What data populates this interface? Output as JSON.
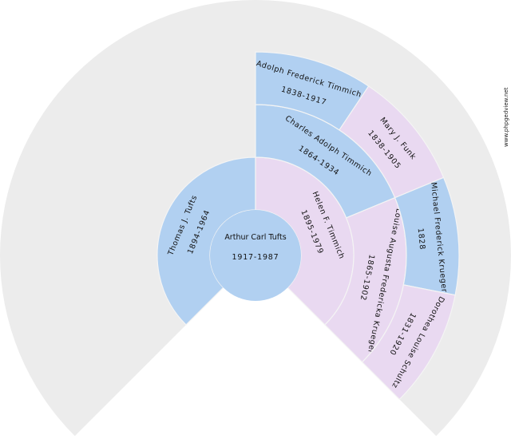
{
  "colors": {
    "male": "#b1d0f1",
    "female": "#e9d9f1",
    "background_fan": "#ececec",
    "separator": "#f4f4f4"
  },
  "watermark": "www.phpgedview.net",
  "root": {
    "name": "Arthur Carl Tufts",
    "dates": "1917-1987",
    "sex": "M"
  },
  "generations": [
    [
      {
        "name": "Thomas J. Tufts",
        "dates": "1894-1964",
        "sex": "M"
      },
      {
        "name": "Helen F. Timmich",
        "dates": "1895-1979",
        "sex": "F"
      }
    ],
    [
      null,
      null,
      {
        "name": "Charles Adolph Timmich",
        "dates": "1864-1934",
        "sex": "M"
      },
      {
        "name": "Louise Augusta Fredericka Krueger",
        "dates": "1865-1902",
        "sex": "F"
      }
    ],
    [
      null,
      null,
      null,
      null,
      {
        "name": "Adolph Frederick Timmich",
        "dates": "1838-1917",
        "sex": "M"
      },
      {
        "name": "Mary J. Funk",
        "dates": "1838-1905",
        "sex": "F"
      },
      {
        "name": "Michael Frederick Krueger",
        "dates": "1828",
        "sex": "M"
      },
      {
        "name": "Dorothea Louise Schultz",
        "dates": "1831-1920",
        "sex": "F"
      }
    ]
  ]
}
